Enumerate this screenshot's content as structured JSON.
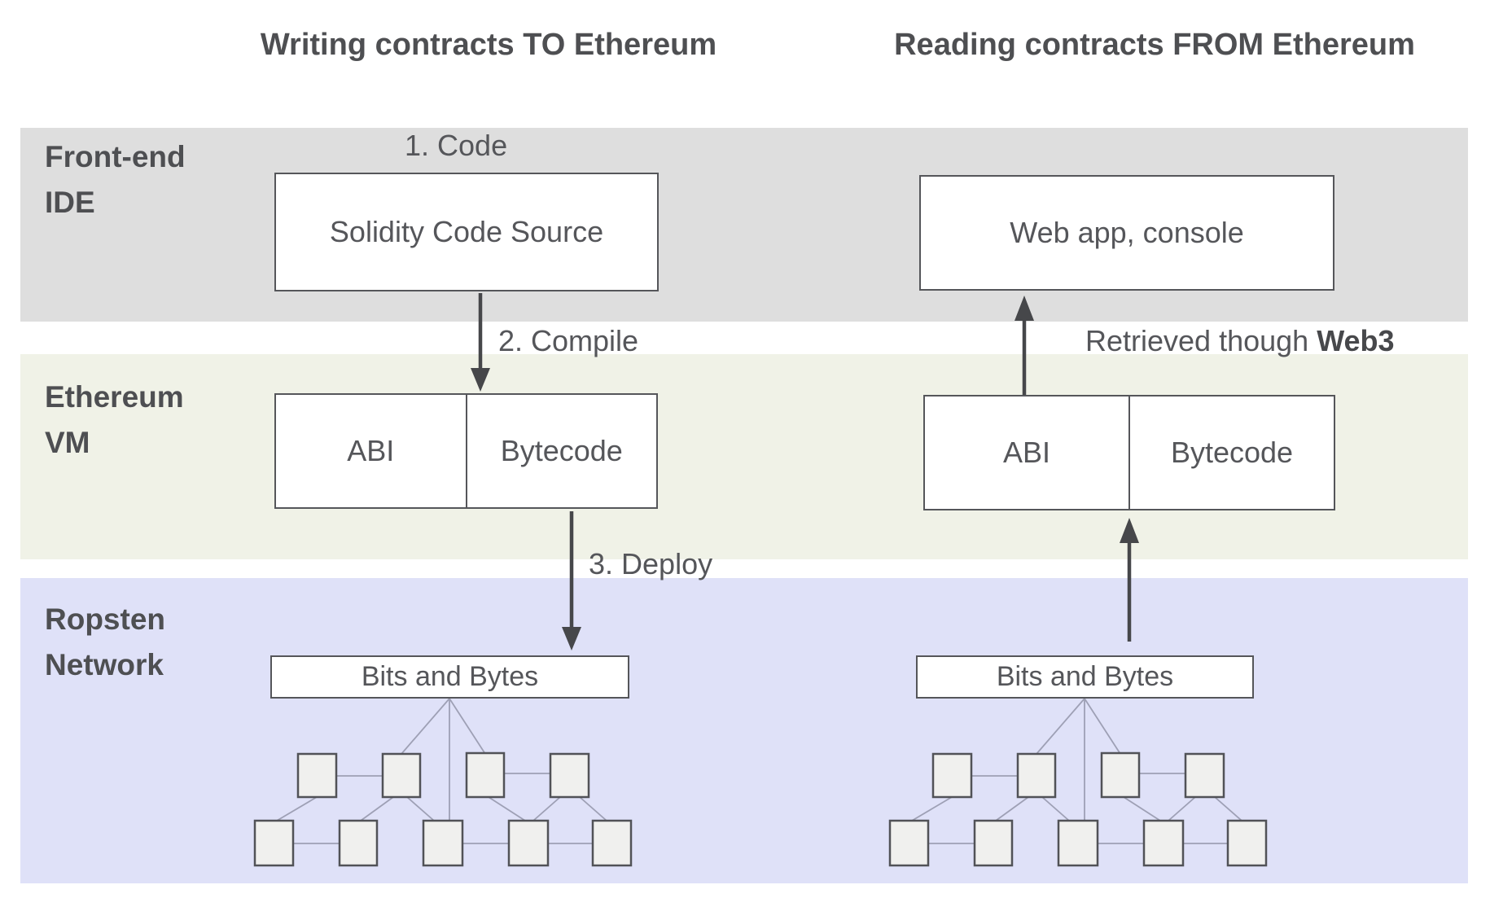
{
  "titles": {
    "left_column": "Writing contracts TO Ethereum",
    "right_column": "Reading contracts FROM Ethereum"
  },
  "bands": [
    {
      "label": [
        "Front-end",
        "IDE"
      ],
      "color": "#dedede"
    },
    {
      "label": [
        "Ethereum",
        "VM"
      ],
      "color": "#f0f2e7"
    },
    {
      "label": [
        "Ropsten",
        "Network"
      ],
      "color": "#dfe1f8"
    }
  ],
  "flow_left": {
    "step1": "1. Code",
    "source_box": "Solidity Code Source",
    "step2": "2. Compile",
    "abi": "ABI",
    "bytecode": "Bytecode",
    "step3": "3. Deploy",
    "bits": "Bits and Bytes"
  },
  "flow_right": {
    "app_box": "Web app, console",
    "retrieved_prefix": "Retrieved though ",
    "retrieved_bold": "Web3",
    "abi": "ABI",
    "bytecode": "Bytecode",
    "bits": "Bits and Bytes"
  },
  "colors": {
    "band_frontend": "#dedede",
    "band_evm": "#f0f2e7",
    "band_ropsten": "#dfe1f8",
    "box_border": "#55565a",
    "heading_text": "#4e4f52",
    "body_text": "#55565a",
    "arrow": "#46474a",
    "network_line": "#9ea0b5",
    "node_fill": "#f0f0ee"
  }
}
